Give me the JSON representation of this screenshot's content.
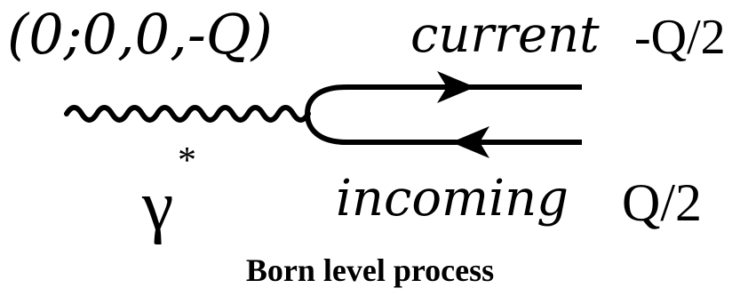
{
  "labels": {
    "photon_momentum": "(0;0,0,-Q)",
    "current_quark": "current",
    "current_charge": "-Q/2",
    "photon_symbol": "γ",
    "photon_star": "*",
    "incoming_quark": "incoming",
    "incoming_charge": "Q/2"
  },
  "caption": "Born level process",
  "colors": {
    "line": "#000000",
    "background": "#ffffff"
  }
}
